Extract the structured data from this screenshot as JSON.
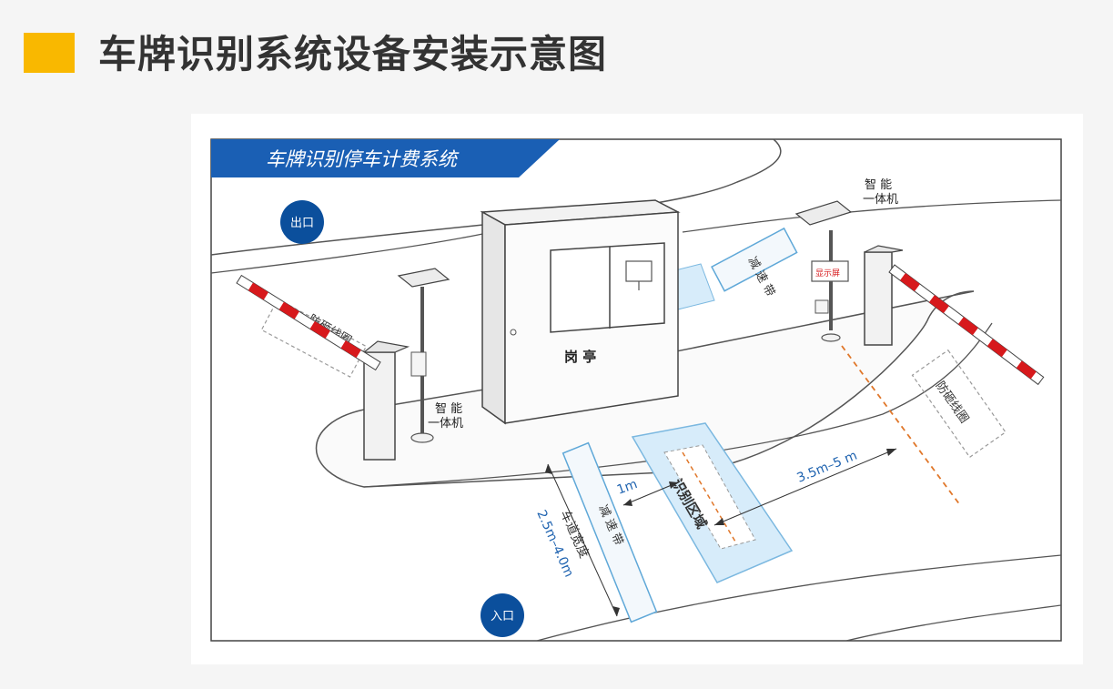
{
  "slide": {
    "title": "车牌识别系统设备安装示意图",
    "accent_color": "#f9b800"
  },
  "diagram": {
    "banner_title": "车牌识别停车计费系统",
    "exit_label": "出口",
    "entrance_label": "入口",
    "booth_label": "岗 亭",
    "camera_left_label": [
      "智 能",
      "一体机"
    ],
    "camera_right_label": [
      "智 能",
      "一体机"
    ],
    "display_label": "显示屏",
    "loop_left_label": "防砸线圈",
    "loop_right_label": "防砸线圈",
    "speed_bump_top_label": "减 速 带",
    "speed_bump_bottom_label": "减 速 带",
    "recognition_zone_label": "识别区域",
    "dim_1m": "1m",
    "dim_distance": "3.5m–5 m",
    "lane_width_label": "车道宽度",
    "lane_width_value": "2.5m–4.0m",
    "colors": {
      "banner": "#1a5fb4",
      "circle": "#0b4f9c",
      "barrier_red": "#d7191c",
      "zone_blue": "#d7ecfa",
      "dimension_blue": "#1f63b0",
      "guide_orange": "#e0772a"
    }
  }
}
